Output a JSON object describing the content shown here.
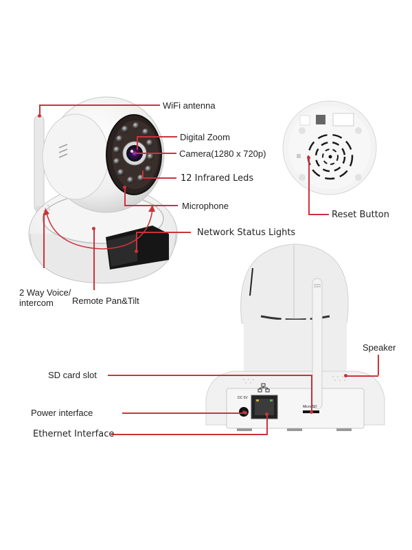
{
  "figure": {
    "type": "product-feature-diagram",
    "subject": "IP camera (pan/tilt)",
    "accent_color": "#c9333a"
  },
  "front_view": {
    "labels": {
      "wifi_antenna": "WiFi antenna",
      "digital_zoom": "Digital Zoom",
      "camera": "Camera(1280 x 720p)",
      "infrared_leds": "12 Infrared Leds",
      "microphone": "Microphone",
      "network_status": "Network Status Lights",
      "two_way_voice_1": "2 Way Voice/",
      "two_way_voice_2": "intercom",
      "pan_tilt": "Remote Pan&Tilt"
    }
  },
  "bottom_view": {
    "labels": {
      "reset_button": "Reset Button"
    }
  },
  "back_view": {
    "labels": {
      "speaker": "Speaker",
      "sd_card": "SD card slot",
      "power": "Power interface",
      "ethernet": "Ethernet Interface"
    },
    "port_text": {
      "dc": "DC 5V",
      "micro_sd": "Micro SD"
    }
  }
}
